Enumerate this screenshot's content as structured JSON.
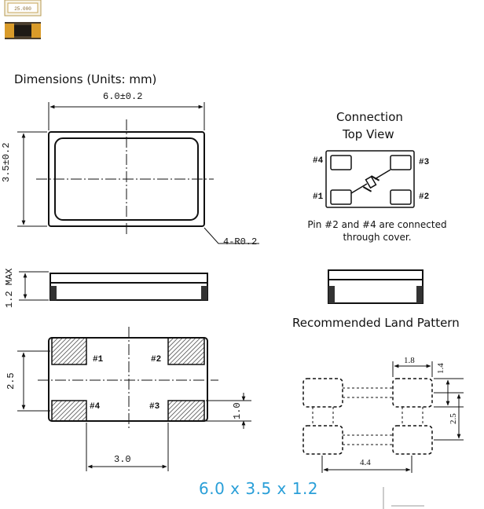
{
  "dimensions_title": "Dimensions (Units: mm)",
  "width_label": "6.0±0.2",
  "height_label": "3.5±0.2",
  "radius_label": "4-R0.2",
  "max_height_label": "1.2 MAX",
  "pad_pitch_y_label": "2.5",
  "pad_pitch_x_label": "3.0",
  "pad_height_label": "1.0",
  "pad_labels": [
    "#1",
    "#2",
    "#4",
    "#3"
  ],
  "connection_title_line1": "Connection",
  "connection_title_line2": "Top View",
  "connection_pins": [
    "#4",
    "#3",
    "#1",
    "#2"
  ],
  "connection_note_line1": "Pin #2 and #4 are connected",
  "connection_note_line2": "through cover.",
  "land_title": "Recommended Land Pattern",
  "land_labels": {
    "pad_w": "1.8",
    "pad_h": "1.4",
    "pitch_y": "2.5",
    "span_x": "4.4"
  },
  "footer": "6.0 x 3.5 x 1.2"
}
